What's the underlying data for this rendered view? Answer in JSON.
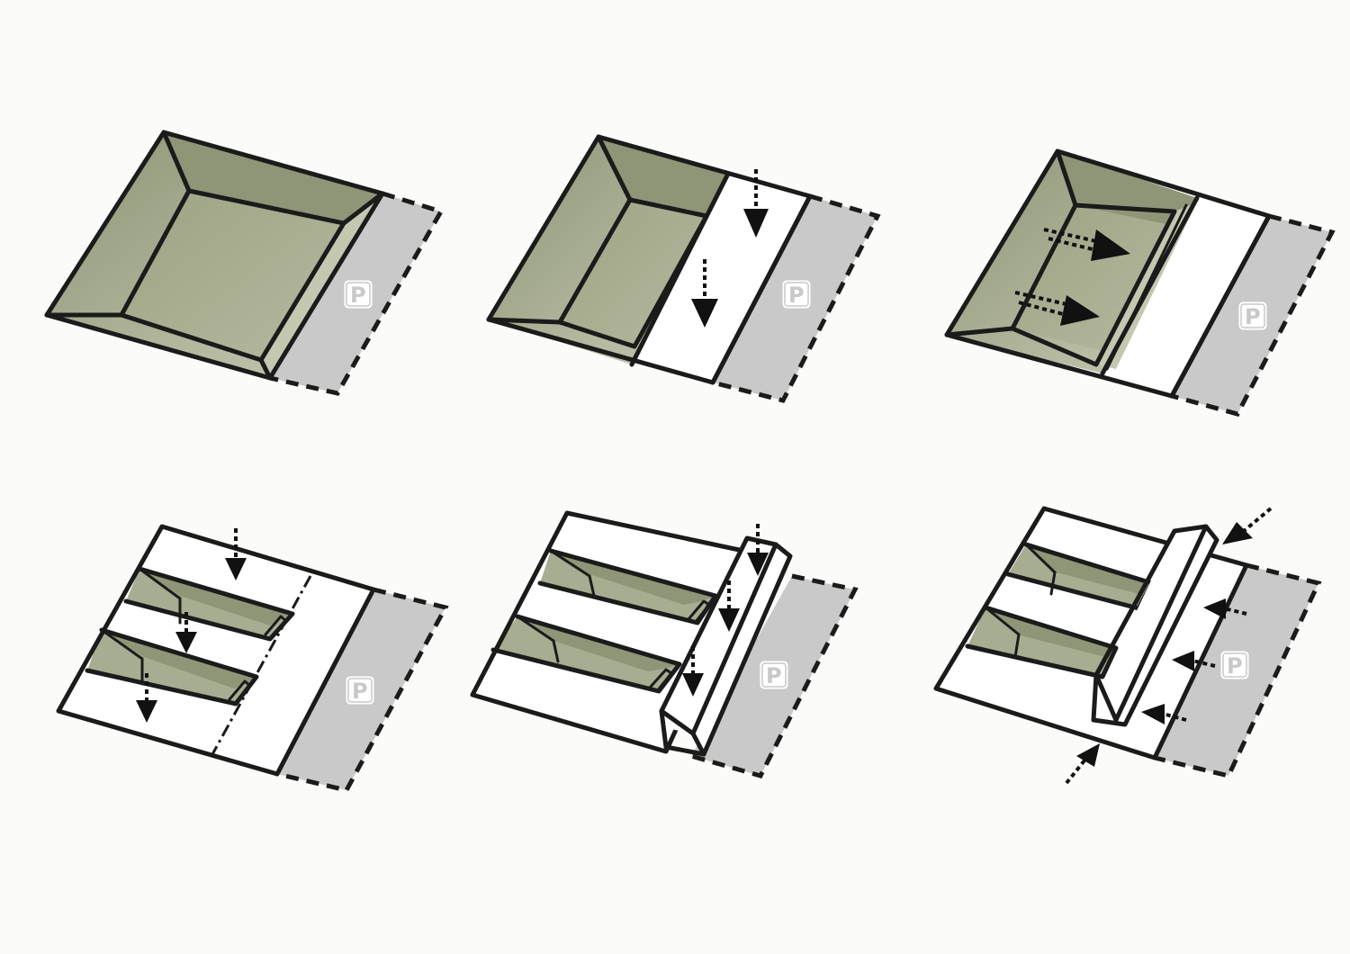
{
  "parking_label": "P",
  "colors": {
    "background": "#fbfbf9",
    "ink": "#1b1b1b",
    "excavation_green": "#a7ad90",
    "parking_gray": "#c9c9c9",
    "slab_white": "#ffffff"
  },
  "panels": [
    {
      "id": "panel-1",
      "row": 1,
      "col": 1
    },
    {
      "id": "panel-2",
      "row": 1,
      "col": 2
    },
    {
      "id": "panel-3",
      "row": 1,
      "col": 3
    },
    {
      "id": "panel-4",
      "row": 2,
      "col": 1
    },
    {
      "id": "panel-5",
      "row": 2,
      "col": 2
    },
    {
      "id": "panel-6",
      "row": 2,
      "col": 3
    }
  ]
}
